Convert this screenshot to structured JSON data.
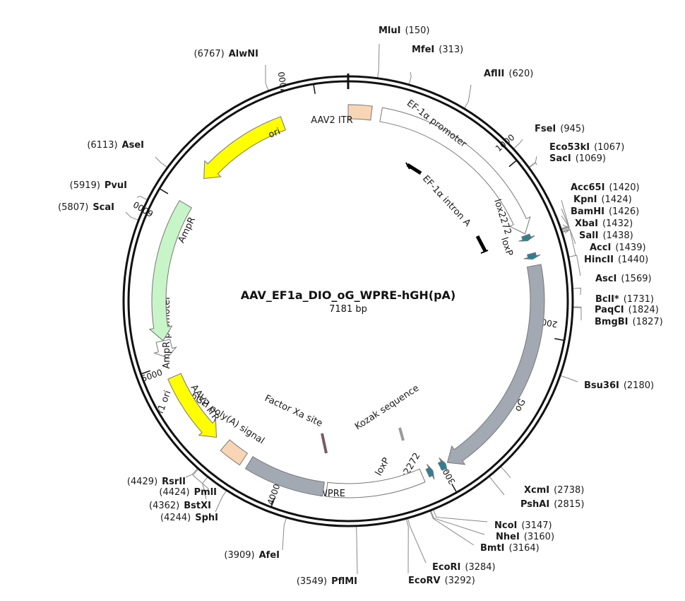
{
  "plasmid": {
    "name": "AAV_EF1a_DIO_oG_WPRE-hGH(pA)",
    "size_label": "7181 bp",
    "length_bp": 7181
  },
  "ticks": [
    "1000",
    "2000",
    "3000",
    "4000",
    "5000",
    "6000",
    "7000"
  ],
  "features": [
    {
      "name": "AAV2 ITR",
      "start": 0,
      "end": 141,
      "kind": "box",
      "color": "#f8d5b4"
    },
    {
      "name": "EF-1α promoter",
      "start": 200,
      "end": 1380,
      "kind": "arrow",
      "color": "#ffffff"
    },
    {
      "name": "lox2272",
      "start": 1390,
      "end": 1425,
      "kind": "arrow",
      "color": "#2e7f94"
    },
    {
      "name": "loxP",
      "start": 1505,
      "end": 1540,
      "kind": "arrow",
      "color": "#2e7f94"
    },
    {
      "name": "oG",
      "start": 1580,
      "end": 2960,
      "kind": "arrow",
      "color": "#a3a9b3"
    },
    {
      "name": "lox2272",
      "start": 2972,
      "end": 3010,
      "kind": "arrow_rev",
      "color": "#2e7f94"
    },
    {
      "name": "loxP",
      "start": 3060,
      "end": 3095,
      "kind": "arrow_rev",
      "color": "#2e7f94"
    },
    {
      "name": "WPRE",
      "start": 3130,
      "end": 3720,
      "kind": "box",
      "color": "#ffffff"
    },
    {
      "name": "hGH poly(A) signal",
      "start": 3740,
      "end": 4220,
      "kind": "box",
      "color": "#a3a9b3"
    },
    {
      "name": "AAV2 ITR",
      "start": 4260,
      "end": 4400,
      "kind": "box",
      "color": "#f8d5b4"
    },
    {
      "name": "f1 ori",
      "start": 4470,
      "end": 4920,
      "kind": "arrow_rev",
      "color": "#ffff00"
    },
    {
      "name": "AmpR promoter",
      "start": 5040,
      "end": 5145,
      "kind": "arrow_rev",
      "color": "#ffffff"
    },
    {
      "name": "AmpR",
      "start": 5146,
      "end": 6000,
      "kind": "arrow_rev",
      "color": "#c8f5c8"
    },
    {
      "name": "ori",
      "start": 6190,
      "end": 6780,
      "kind": "arrow_rev",
      "color": "#ffff00"
    }
  ],
  "inner_features": {
    "ef1a_intron": {
      "name": "EF-1α intron A"
    },
    "factor_xa": {
      "name": "Factor Xa site"
    },
    "kozak": {
      "name": "Kozak sequence"
    }
  },
  "sites": [
    {
      "name": "MluI",
      "pos": "(150)",
      "side": "right"
    },
    {
      "name": "MfeI",
      "pos": "(313)",
      "side": "right"
    },
    {
      "name": "AflII",
      "pos": "(620)",
      "side": "right"
    },
    {
      "name": "FseI",
      "pos": "(945)",
      "side": "right"
    },
    {
      "name": "Eco53kI",
      "pos": "(1067)",
      "side": "right"
    },
    {
      "name": "SacI",
      "pos": "(1069)",
      "side": "right"
    },
    {
      "name": "Acc65I",
      "pos": "(1420)",
      "side": "right"
    },
    {
      "name": "KpnI",
      "pos": "(1424)",
      "side": "right"
    },
    {
      "name": "BamHI",
      "pos": "(1426)",
      "side": "right"
    },
    {
      "name": "XbaI",
      "pos": "(1432)",
      "side": "right"
    },
    {
      "name": "SalI",
      "pos": "(1438)",
      "side": "right"
    },
    {
      "name": "AccI",
      "pos": "(1439)",
      "side": "right"
    },
    {
      "name": "HincII",
      "pos": "(1440)",
      "side": "right"
    },
    {
      "name": "AscI",
      "pos": "(1569)",
      "side": "right"
    },
    {
      "name": "BclI*",
      "pos": "(1731)",
      "side": "right"
    },
    {
      "name": "PaqCI",
      "pos": "(1824)",
      "side": "right"
    },
    {
      "name": "BmgBI",
      "pos": "(1827)",
      "side": "right"
    },
    {
      "name": "Bsu36I",
      "pos": "(2180)",
      "side": "right"
    },
    {
      "name": "XcmI",
      "pos": "(2738)",
      "side": "right"
    },
    {
      "name": "PshAI",
      "pos": "(2815)",
      "side": "right"
    },
    {
      "name": "NcoI",
      "pos": "(3147)",
      "side": "right"
    },
    {
      "name": "NheI",
      "pos": "(3160)",
      "side": "right"
    },
    {
      "name": "BmtI",
      "pos": "(3164)",
      "side": "right"
    },
    {
      "name": "EcoRI",
      "pos": "(3284)",
      "side": "right"
    },
    {
      "name": "EcoRV",
      "pos": "(3292)",
      "side": "right"
    },
    {
      "name": "PflMI",
      "pos": "(3549)",
      "side": "left"
    },
    {
      "name": "AfeI",
      "pos": "(3909)",
      "side": "left"
    },
    {
      "name": "SphI",
      "pos": "(4244)",
      "side": "left"
    },
    {
      "name": "BstXI",
      "pos": "(4362)",
      "side": "left"
    },
    {
      "name": "PmlI",
      "pos": "(4424)",
      "side": "left"
    },
    {
      "name": "RsrII",
      "pos": "(4429)",
      "side": "left"
    },
    {
      "name": "ScaI",
      "pos": "(5807)",
      "side": "left"
    },
    {
      "name": "PvuI",
      "pos": "(5919)",
      "side": "left"
    },
    {
      "name": "AseI",
      "pos": "(6113)",
      "side": "left"
    },
    {
      "name": "AlwNI",
      "pos": "(6767)",
      "side": "left"
    }
  ]
}
